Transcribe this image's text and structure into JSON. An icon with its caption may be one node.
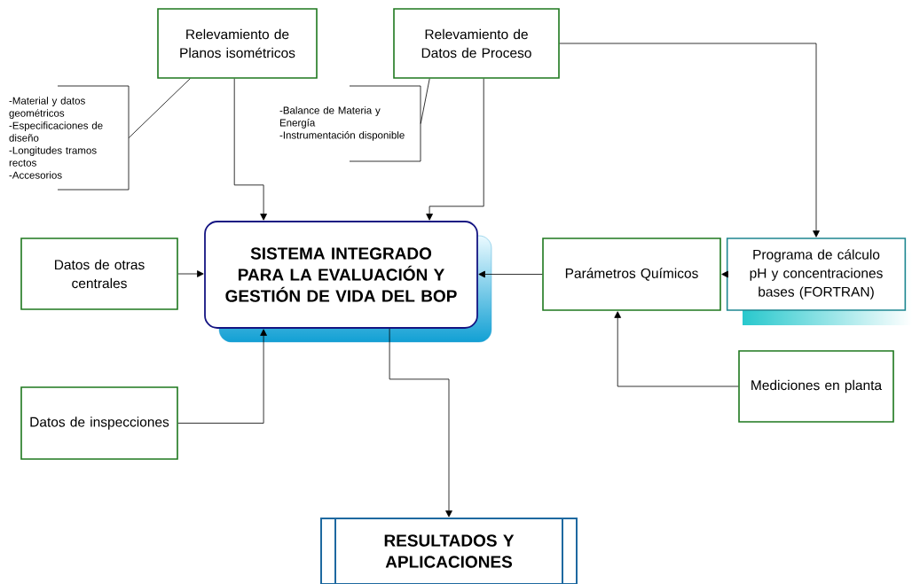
{
  "diagram": {
    "nodes": [
      {
        "text": [
          "Relevamiento de Planos isométricos"
        ]
      },
      {
        "text": [
          "Relevamiento de Datos de Proceso"
        ]
      },
      {
        "text": [
          "-Material y datos geométricos",
          "-Especificaciones de diseño",
          "-Longitudes tramos rectos",
          "-Accesorios"
        ]
      },
      {
        "text": [
          "-Balance de Materia y Energía",
          "-Instrumentación disponible"
        ]
      },
      {
        "text": [
          "Datos de otras centrales"
        ]
      },
      {
        "text": [
          "SISTEMA INTEGRADO PARA LA EVALUACIÓN Y GESTIÓN DE VIDA DEL BOP"
        ]
      },
      {
        "text": [
          "Parámetros Químicos"
        ]
      },
      {
        "text": [
          "Programa de cálculo pH y concentraciones bases (FORTRAN)"
        ]
      },
      {
        "text": [
          "Datos de inspecciones"
        ]
      },
      {
        "text": [
          "Mediciones en planta"
        ]
      },
      {
        "text": [
          "RESULTADOS Y APLICACIONES"
        ]
      }
    ],
    "edges": [
      {
        "from": 0,
        "to": 5,
        "arrow": "to"
      },
      {
        "from": 1,
        "to": 5,
        "arrow": "to"
      },
      {
        "from": 1,
        "to": 7,
        "arrow": "to"
      },
      {
        "from": 2,
        "to": 0,
        "arrow": "none"
      },
      {
        "from": 3,
        "to": 1,
        "arrow": "none"
      },
      {
        "from": 4,
        "to": 5,
        "arrow": "to"
      },
      {
        "from": 6,
        "to": 5,
        "arrow": "to"
      },
      {
        "from": 7,
        "to": 6,
        "arrow": "to"
      },
      {
        "from": 8,
        "to": 5,
        "arrow": "to"
      },
      {
        "from": 9,
        "to": 6,
        "arrow": "to"
      },
      {
        "from": 5,
        "to": 10,
        "arrow": "to"
      }
    ]
  }
}
